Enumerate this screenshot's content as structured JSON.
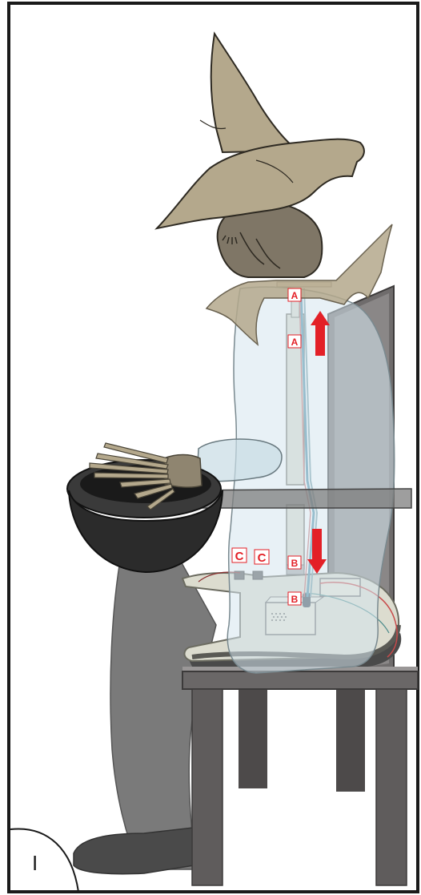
{
  "labels": {
    "a_upper": "A",
    "a_lower": "A",
    "b_upper": "B",
    "b_lower": "B",
    "c_left": "C",
    "c_right": "C",
    "figure_number": "I"
  },
  "colors": {
    "frame": "#1a1a1a",
    "hat": "#b4a88c",
    "head": "#7f7666",
    "label_red": "#e32027",
    "chair": "#5f5c5c",
    "bowl": "#2b2b2b",
    "ghost_sheet": "#d6e6ee"
  }
}
